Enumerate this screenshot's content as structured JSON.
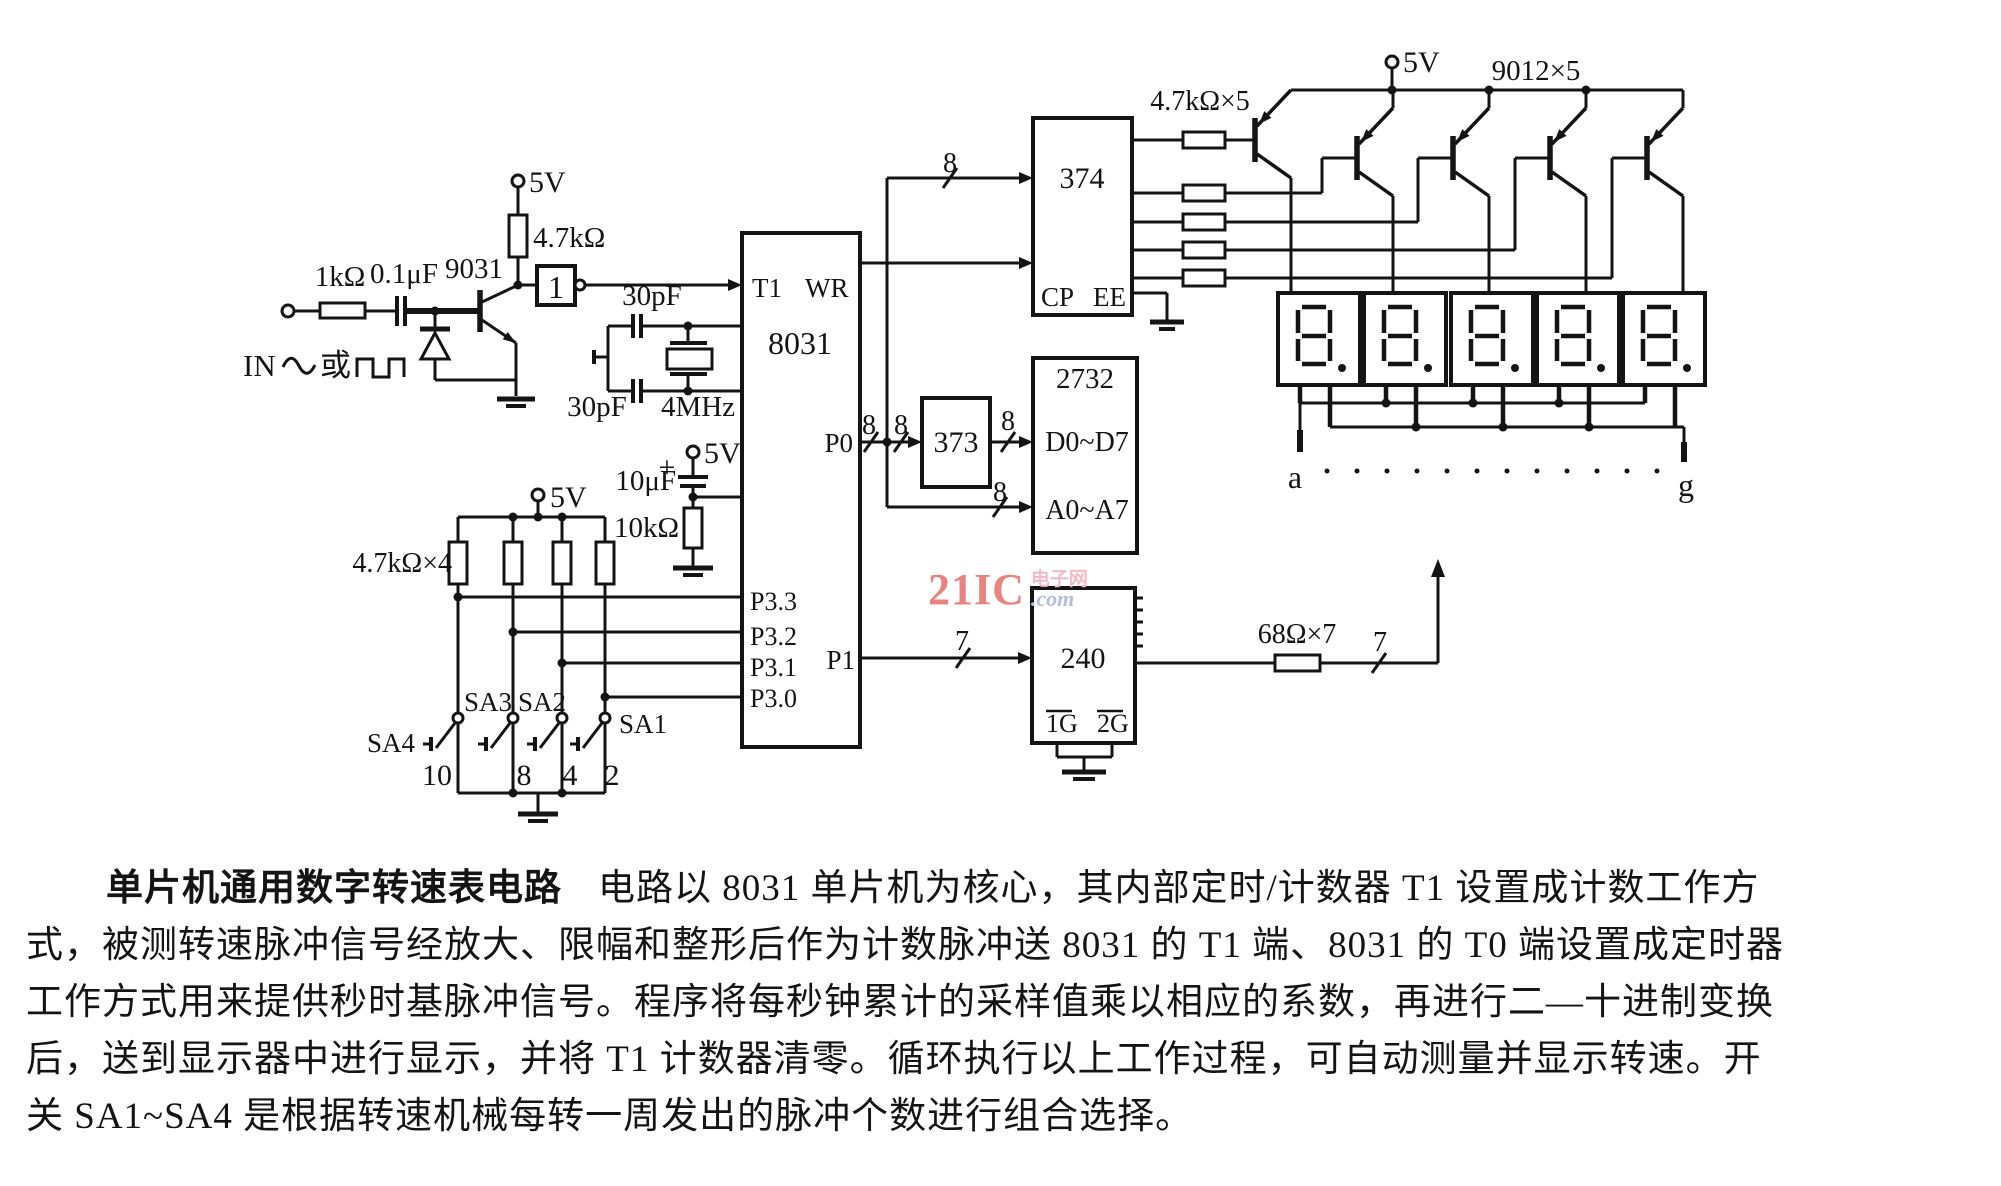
{
  "colors": {
    "ink": "#141414",
    "background": "#ffffff",
    "watermark_brand": "#e9837e",
    "watermark_site": "#f2b9c8",
    "watermark_com": "#b4bcdf"
  },
  "watermark": {
    "brand": "21IC",
    "site": "电子网",
    "com": ".com"
  },
  "schematic": {
    "input": {
      "signal": "IN",
      "or_word": "或",
      "resistor": "1kΩ",
      "capacitor": "0.1μF",
      "transistor": "9031",
      "pullup": "4.7kΩ",
      "inverter": "1",
      "vcc": "5V"
    },
    "oscillator": {
      "cap_top": "30pF",
      "cap_bottom": "30pF",
      "crystal": "4MHz"
    },
    "reset": {
      "vcc": "5V",
      "plus": "+",
      "cap": "10μF",
      "resistor": "10kΩ"
    },
    "mcu": {
      "part": "8031",
      "t1": "T1",
      "wr": "WR",
      "p0": "P0",
      "p1": "P1",
      "p33": "P3.3",
      "p32": "P3.2",
      "p31": "P3.1",
      "p30": "P3.0"
    },
    "latch373": "373",
    "reg374": {
      "part": "374",
      "cp": "CP",
      "ee": "EE"
    },
    "eprom": {
      "part": "2732",
      "data": "D0~D7",
      "addr": "A0~A7"
    },
    "drivers": {
      "resnet": "4.7kΩ×5",
      "transistors": "9012×5",
      "vcc": "5V"
    },
    "display": {
      "digit": "8.",
      "count": "5",
      "seg_first": "a",
      "seg_last": "g"
    },
    "buf240": {
      "part": "240",
      "g1": "1G",
      "g2": "2G",
      "resnet": "68Ω×7"
    },
    "switches": {
      "resnet": "4.7kΩ×4",
      "vcc": "5V",
      "sa1": "SA1",
      "sa2": "SA2",
      "sa3": "SA3",
      "sa4": "SA4",
      "w10": "10",
      "w8": "8",
      "w4": "4",
      "w2": "2"
    },
    "bus8": "8",
    "bus7": "7"
  },
  "caption": {
    "title": "单片机通用数字转速表电路",
    "line1": "电路以 8031 单片机为核心，其内部定时/计数器 T1 设置成计数工作方",
    "line2": "式，被测转速脉冲信号经放大、限幅和整形后作为计数脉冲送 8031 的 T1 端、8031 的 T0 端设置成定时器",
    "line3": "工作方式用来提供秒时基脉冲信号。程序将每秒钟累计的采样值乘以相应的系数，再进行二—十进制变换",
    "line4": "后，送到显示器中进行显示，并将 T1 计数器清零。循环执行以上工作过程，可自动测量并显示转速。开",
    "line5": "关 SA1~SA4 是根据转速机械每转一周发出的脉冲个数进行组合选择。"
  }
}
